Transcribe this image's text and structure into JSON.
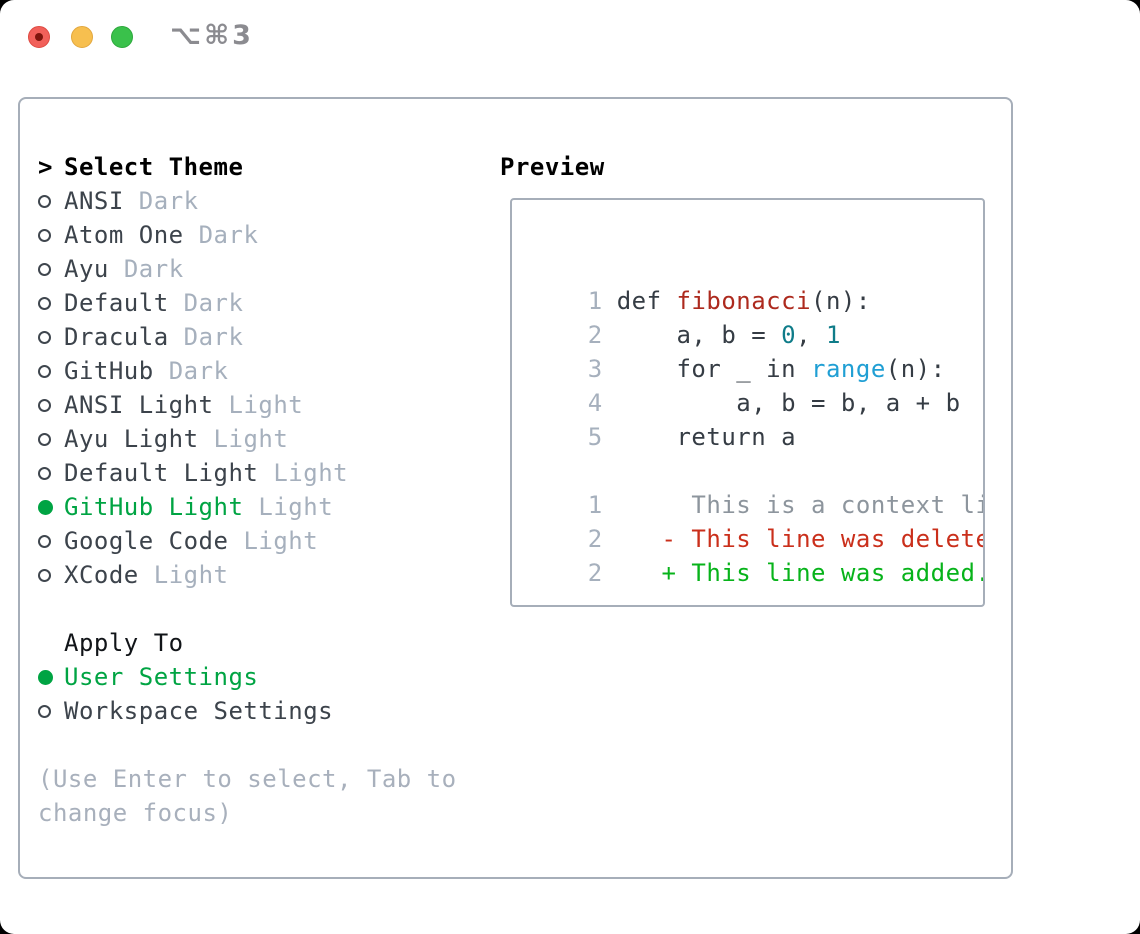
{
  "window": {
    "title": "⌥⌘3",
    "traffic_lights": [
      {
        "name": "close",
        "color": "#f1605a",
        "has_inner_dot": true
      },
      {
        "name": "minimize",
        "color": "#f7bf4f"
      },
      {
        "name": "maximize",
        "color": "#3ac14b"
      }
    ]
  },
  "colors": {
    "accent_green": "#00a443",
    "border_gray": "#a6aeb9",
    "muted_gray": "#a6b0bd",
    "text_dark": "#3c434b",
    "syntax_function_red": "#ad2a1e",
    "syntax_number_teal": "#0f7c89",
    "syntax_builtin_blue": "#209fd4",
    "diff_context_gray": "#8d959d",
    "diff_deleted_red": "#ca2f1b",
    "diff_added_green": "#07b31a"
  },
  "theme_picker": {
    "prompt": ">",
    "header": "Select Theme",
    "themes": [
      {
        "name": "ANSI",
        "variant": "Dark",
        "selected": false
      },
      {
        "name": "Atom One",
        "variant": "Dark",
        "selected": false
      },
      {
        "name": "Ayu",
        "variant": "Dark",
        "selected": false
      },
      {
        "name": "Default",
        "variant": "Dark",
        "selected": false
      },
      {
        "name": "Dracula",
        "variant": "Dark",
        "selected": false
      },
      {
        "name": "GitHub",
        "variant": "Dark",
        "selected": false
      },
      {
        "name": "ANSI Light",
        "variant": "Light",
        "selected": false
      },
      {
        "name": "Ayu Light",
        "variant": "Light",
        "selected": false
      },
      {
        "name": "Default Light",
        "variant": "Light",
        "selected": false
      },
      {
        "name": "GitHub Light",
        "variant": "Light",
        "selected": true
      },
      {
        "name": "Google Code",
        "variant": "Light",
        "selected": false
      },
      {
        "name": "XCode",
        "variant": "Light",
        "selected": false
      }
    ],
    "apply_to": {
      "header": "Apply To",
      "options": [
        {
          "label": "User Settings",
          "selected": true
        },
        {
          "label": "Workspace Settings",
          "selected": false
        }
      ]
    },
    "hint": "(Use Enter to select, Tab to change focus)"
  },
  "preview": {
    "header": "Preview",
    "lines": [
      {
        "num": "1",
        "segments": [
          {
            "text": "def ",
            "style": "code"
          },
          {
            "text": "fibonacci",
            "style": "function"
          },
          {
            "text": "(n):",
            "style": "code"
          }
        ]
      },
      {
        "num": "2",
        "segments": [
          {
            "text": "    a, b = ",
            "style": "code"
          },
          {
            "text": "0",
            "style": "number"
          },
          {
            "text": ", ",
            "style": "code"
          },
          {
            "text": "1",
            "style": "number"
          }
        ]
      },
      {
        "num": "3",
        "segments": [
          {
            "text": "    for _ in ",
            "style": "code"
          },
          {
            "text": "range",
            "style": "builtin"
          },
          {
            "text": "(n):",
            "style": "code"
          }
        ]
      },
      {
        "num": "4",
        "segments": [
          {
            "text": "        a, b = b, a + b",
            "style": "code"
          }
        ]
      },
      {
        "num": "5",
        "segments": [
          {
            "text": "    return a",
            "style": "code"
          }
        ]
      },
      {
        "num": "",
        "segments": []
      },
      {
        "num": "1",
        "segments": [
          {
            "text": "     This is a context line.",
            "style": "context"
          }
        ]
      },
      {
        "num": "2",
        "segments": [
          {
            "text": "   - This line was deleted.",
            "style": "deleted"
          }
        ]
      },
      {
        "num": "2",
        "segments": [
          {
            "text": "   + This line was added.",
            "style": "added"
          }
        ]
      }
    ]
  }
}
